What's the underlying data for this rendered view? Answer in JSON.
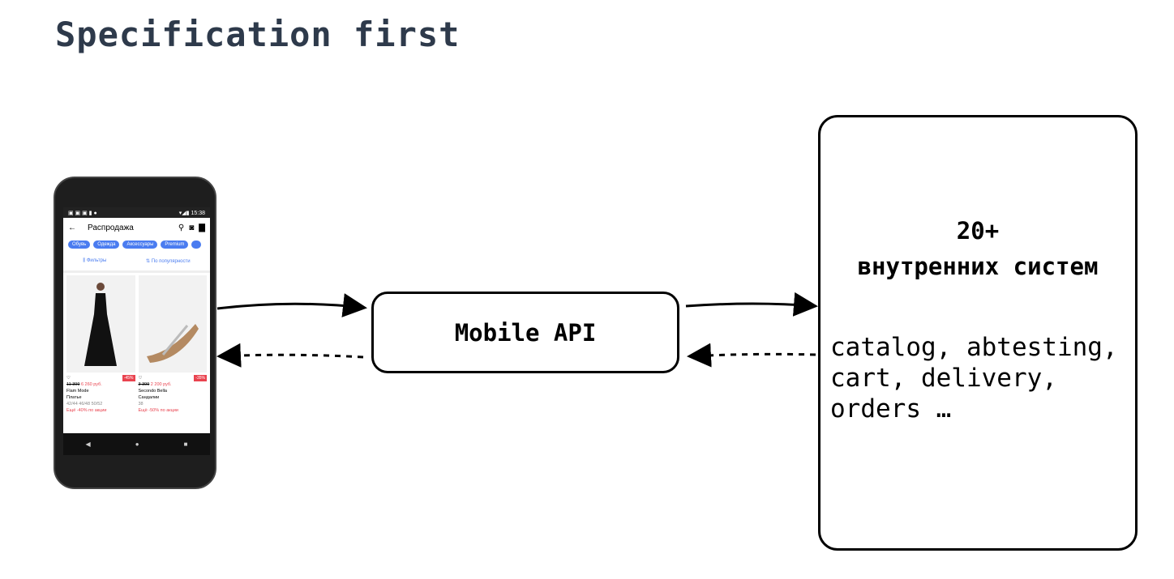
{
  "title": "Specification first",
  "api_box": {
    "label": "Mobile API"
  },
  "systems_box": {
    "count": "20+",
    "label": "внутренних систем",
    "list": [
      "catalog, abtesting,",
      "cart, delivery,",
      "orders …"
    ]
  },
  "phone": {
    "status": {
      "time": "15:38"
    },
    "app_bar": {
      "title": "Распродажа",
      "back_icon": "arrow-left",
      "icons": [
        "search",
        "camera",
        "cart"
      ]
    },
    "chips": [
      "Обувь",
      "Одежда",
      "Аксессуары",
      "Premium"
    ],
    "filters_label": "Фильтры",
    "sort_label": "По популярности",
    "products": [
      {
        "discount": "-45%",
        "old_price": "11 399",
        "price": "6 260 руб.",
        "brand": "Flam Mode",
        "type": "Платье",
        "sizes": "42/44 46/48 50/52",
        "promo": "Ещё -40% по акции"
      },
      {
        "discount": "-35%",
        "old_price": "3 399",
        "price": "2 200 руб.",
        "brand": "Secondo Bella",
        "type": "Сандалии",
        "sizes": "38",
        "promo": "Ещё -50% по акции"
      }
    ]
  },
  "colors": {
    "accent": "#4a7cf0",
    "sale": "#e9434f",
    "title": "#2e3a4b"
  }
}
